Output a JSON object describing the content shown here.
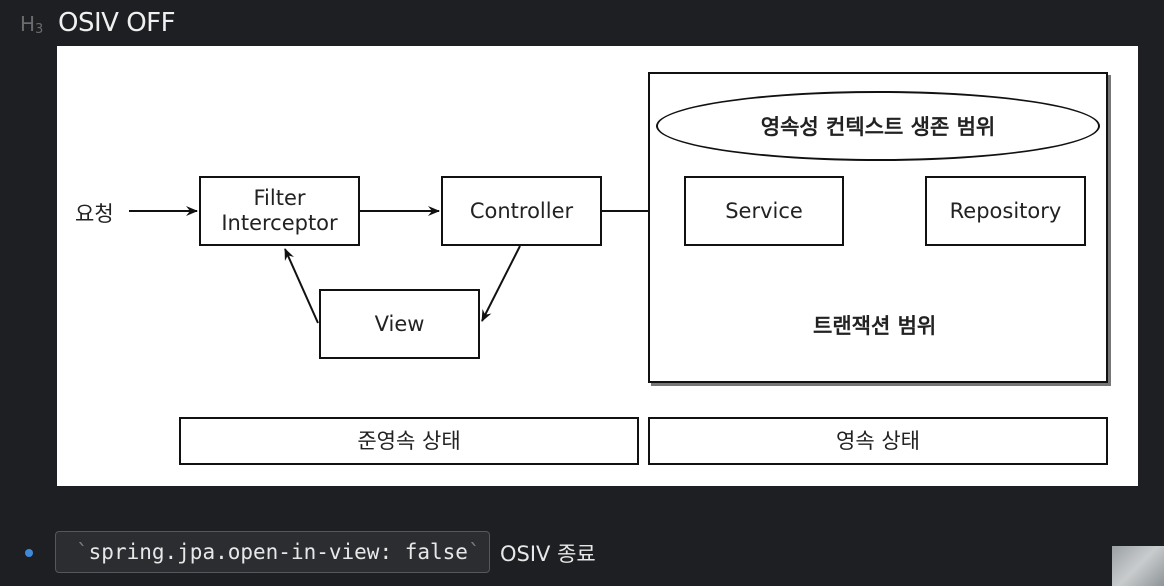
{
  "heading": {
    "marker": "H",
    "marker_level": "3",
    "text": "OSIV OFF"
  },
  "diagram": {
    "request_label": "요청",
    "filter_label_line1": "Filter",
    "filter_label_line2": "Interceptor",
    "controller_label": "Controller",
    "view_label": "View",
    "service_label": "Service",
    "repository_label": "Repository",
    "persistence_context_label": "영속성 컨텍스트 생존 범위",
    "transaction_label": "트랜잭션 범위",
    "detached_state_label": "준영속 상태",
    "persistent_state_label": "영속 상태"
  },
  "bullet": {
    "code_text": "spring.jpa.open-in-view: false",
    "after_text": "OSIV 종료"
  },
  "colors": {
    "background": "#1e1f22",
    "bullet": "#3d8bd8",
    "code_bg": "#2b2d31"
  }
}
